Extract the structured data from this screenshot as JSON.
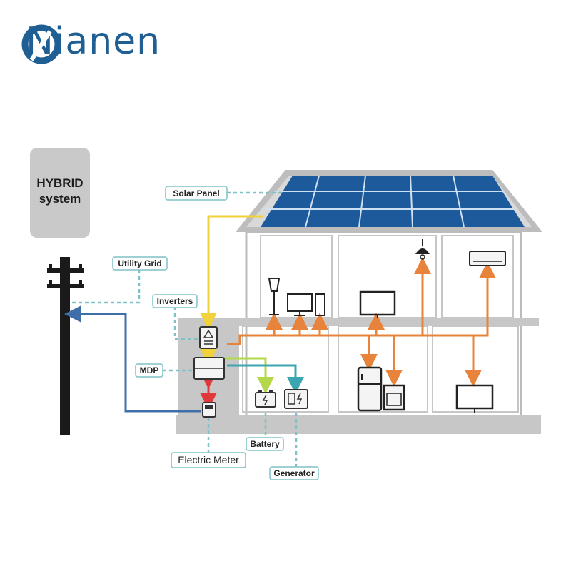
{
  "logo": {
    "text": "Nianen",
    "color": "#1f5f93"
  },
  "hybrid": {
    "line1": "HYBRID",
    "line2": "system"
  },
  "labels": {
    "solar_panel": "Solar Panel",
    "utility_grid": "Utility Grid",
    "inverters": "Inverters",
    "mdp": "MDP",
    "battery": "Battery",
    "electric_meter": "Electric Meter",
    "generator": "Generator"
  },
  "colors": {
    "solar_line": "#f2d23a",
    "grid_line": "#3f6fa8",
    "meter_line": "#e0393b",
    "battery_line": "#b3d94a",
    "generator_line": "#3aa6b0",
    "load_line": "#e7833a",
    "panel_blue": "#1d5a9c",
    "house_gray": "#c7c7c7"
  },
  "icons": [
    "solar-panel-icon",
    "utility-pole-icon",
    "inverter-icon",
    "mdp-icon",
    "meter-icon",
    "battery-icon",
    "generator-icon",
    "lamp-icon",
    "computer-icon",
    "tv-icon",
    "ceiling-light-icon",
    "air-conditioner-icon",
    "fridge-icon",
    "oven-icon"
  ]
}
